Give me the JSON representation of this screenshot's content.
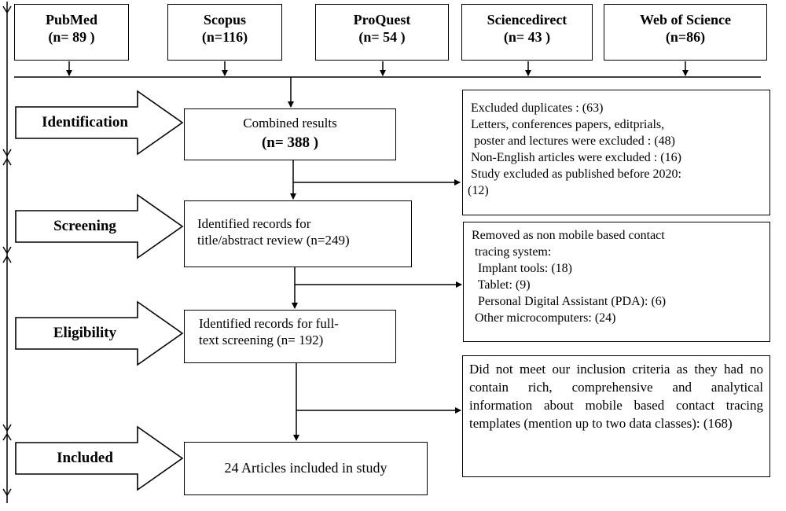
{
  "sources": [
    {
      "name": "PubMed",
      "count": "(n= 89 )"
    },
    {
      "name": "Scopus",
      "count": "(n=116)"
    },
    {
      "name": "ProQuest",
      "count": "(n= 54 )"
    },
    {
      "name": "Sciencedirect",
      "count": "(n= 43 )"
    },
    {
      "name": "Web of Science",
      "count": "(n=86)"
    }
  ],
  "stages": {
    "identification": "Identification",
    "screening": "Screening",
    "eligibility": "Eligibility",
    "included": "Included"
  },
  "flow": {
    "combined_label": "Combined results",
    "combined_count": "(n= 388 )",
    "screen_line1": "Identified records for",
    "screen_line2": "title/abstract review (n=249)",
    "elig_line1": "Identified records for full-",
    "elig_line2": "text screening (n= 192)",
    "included_text": "24 Articles included in study"
  },
  "exclusions": {
    "first": [
      "Excluded duplicates : (63)",
      "Letters, conferences papers, editprials,",
      " poster and lectures were excluded : (48)",
      "Non-English articles were excluded : (16)",
      "Study excluded as published before 2020:",
      "(12)"
    ],
    "second": [
      "Removed as non mobile based contact",
      " tracing system:",
      "  Implant tools: (18)",
      "  Tablet: (9)",
      "  Personal Digital Assistant (PDA): (6)",
      " Other microcomputers: (24)"
    ],
    "third": "Did not meet our inclusion criteria as they had no contain rich, comprehensive and analytical information about mobile based contact tracing templates (mention up to two data classes): (168)"
  }
}
